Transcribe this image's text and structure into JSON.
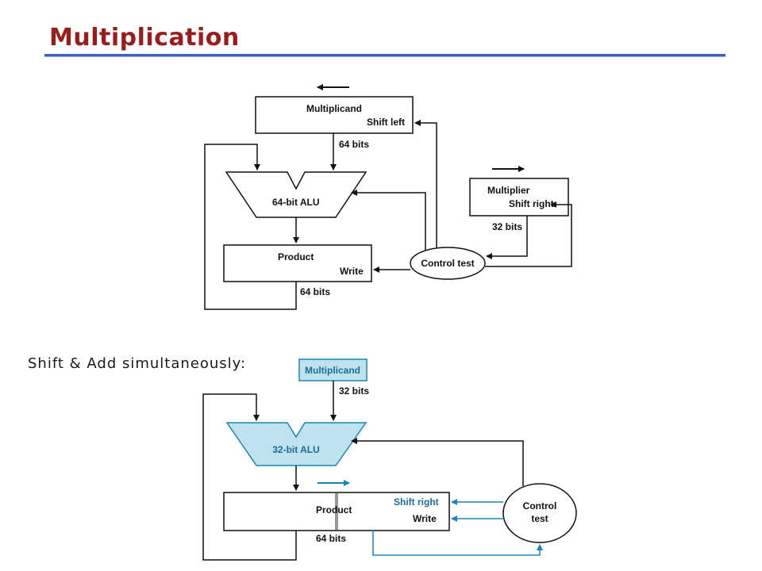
{
  "title": "Multiplication",
  "subtitle": "Shift & Add simultaneously:",
  "diagram1": {
    "multiplicand": "Multiplicand",
    "multiplicand_op": "Shift left",
    "multiplicand_bits": "64 bits",
    "alu": "64-bit ALU",
    "multiplier": "Multiplier",
    "multiplier_op": "Shift right",
    "multiplier_bits": "32 bits",
    "product": "Product",
    "product_op": "Write",
    "product_bits": "64 bits",
    "control": "Control test"
  },
  "diagram2": {
    "multiplicand": "Multiplicand",
    "multiplicand_bits": "32 bits",
    "alu": "32-bit ALU",
    "product": "Product",
    "product_op_shift": "Shift right",
    "product_op_write": "Write",
    "product_bits": "64 bits",
    "control_line1": "Control",
    "control_line2": "test"
  },
  "colors": {
    "title": "#9b1c1c",
    "rule": "#3f5fbf",
    "highlight_fill": "#bfe3ee",
    "highlight_stroke": "#1b86b5",
    "blue_wire": "#1b86b5"
  }
}
